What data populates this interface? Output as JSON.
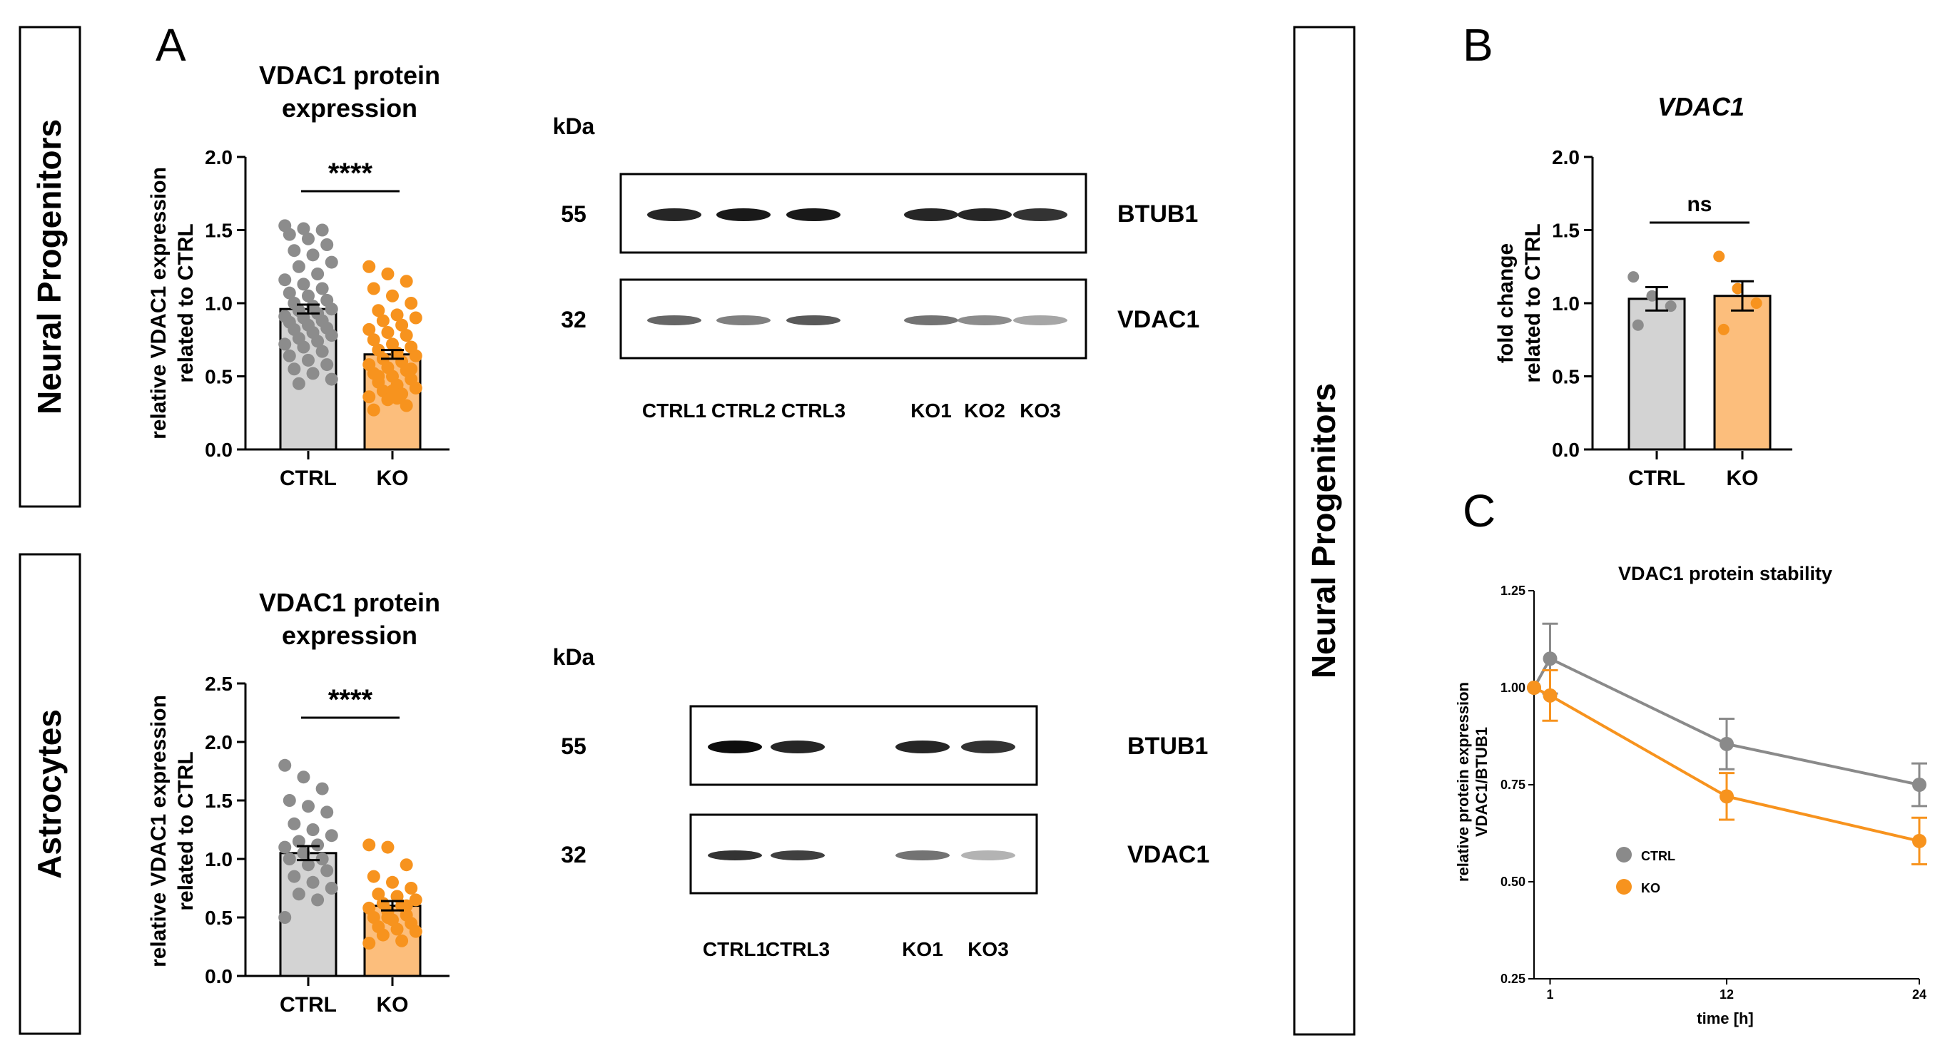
{
  "panel_labels": {
    "a": "A",
    "b": "B",
    "c": "C"
  },
  "side_labels": {
    "np_left": "Neural Progenitors",
    "astro": "Astrocytes",
    "np_right": "Neural Progenitors"
  },
  "colors": {
    "ctrl_bar": "#d3d3d3",
    "ctrl_dot": "#8c8c8c",
    "ko_bar": "#fcbe7c",
    "ko_dot": "#f7931e",
    "ctrl_line": "#8a8a8a",
    "ko_line": "#f7931e"
  },
  "blots": [
    {
      "kda_label": "kDa",
      "proteins": [
        {
          "mw": "55",
          "name": "BTUB1",
          "bands": [
            0.85,
            0.9,
            0.9,
            0.85,
            0.85,
            0.8
          ]
        },
        {
          "mw": "32",
          "name": "VDAC1",
          "bands": [
            0.6,
            0.5,
            0.65,
            0.55,
            0.45,
            0.35
          ]
        }
      ],
      "lanes": [
        "CTRL1",
        "CTRL2",
        "CTRL3",
        "KO1",
        "KO2",
        "KO3"
      ]
    },
    {
      "kda_label": "kDa",
      "proteins": [
        {
          "mw": "55",
          "name": "BTUB1",
          "bands": [
            0.95,
            0.85,
            0.85,
            0.8
          ]
        },
        {
          "mw": "32",
          "name": "VDAC1",
          "bands": [
            0.8,
            0.75,
            0.55,
            0.3
          ]
        }
      ],
      "lanes": [
        "CTRL1",
        "CTRL3",
        "KO1",
        "KO3"
      ]
    }
  ],
  "chart_data": [
    {
      "id": "np_expression",
      "type": "bar",
      "title_lines": [
        "VDAC1 protein",
        "expression"
      ],
      "ylabel_lines": [
        "relative VDAC1 expression",
        "related to CTRL"
      ],
      "categories": [
        "CTRL",
        "KO"
      ],
      "values": [
        0.96,
        0.65
      ],
      "sem": [
        0.03,
        0.03
      ],
      "ylim": [
        0,
        2.0
      ],
      "yticks": [
        "0.0",
        "0.5",
        "1.0",
        "1.5",
        "2.0"
      ],
      "significance": "****",
      "points": [
        [
          1.53,
          1.51,
          1.5,
          1.47,
          1.44,
          1.4,
          1.36,
          1.33,
          1.28,
          1.25,
          1.2,
          1.16,
          1.13,
          1.1,
          1.07,
          1.05,
          1.02,
          1.0,
          0.98,
          0.96,
          0.95,
          0.93,
          0.91,
          0.9,
          0.88,
          0.87,
          0.85,
          0.83,
          0.82,
          0.8,
          0.78,
          0.76,
          0.74,
          0.72,
          0.7,
          0.67,
          0.64,
          0.61,
          0.58,
          0.55,
          0.52,
          0.48,
          0.45
        ],
        [
          1.25,
          1.2,
          1.15,
          1.1,
          1.05,
          1.0,
          0.95,
          0.92,
          0.9,
          0.88,
          0.85,
          0.82,
          0.8,
          0.78,
          0.75,
          0.72,
          0.7,
          0.68,
          0.66,
          0.64,
          0.62,
          0.6,
          0.58,
          0.56,
          0.54,
          0.52,
          0.5,
          0.48,
          0.46,
          0.44,
          0.42,
          0.4,
          0.38,
          0.36,
          0.34,
          0.3,
          0.27,
          0.4,
          0.55,
          0.5,
          0.35
        ]
      ]
    },
    {
      "id": "astro_expression",
      "type": "bar",
      "title_lines": [
        "VDAC1 protein",
        "expression"
      ],
      "ylabel_lines": [
        "relative VDAC1 expression",
        "related to CTRL"
      ],
      "categories": [
        "CTRL",
        "KO"
      ],
      "values": [
        1.05,
        0.6
      ],
      "sem": [
        0.06,
        0.04
      ],
      "ylim": [
        0,
        2.5
      ],
      "yticks": [
        "0.0",
        "0.5",
        "1.0",
        "1.5",
        "2.0",
        "2.5"
      ],
      "significance": "****",
      "points": [
        [
          1.8,
          1.7,
          1.6,
          1.5,
          1.45,
          1.4,
          1.3,
          1.25,
          1.2,
          1.15,
          1.12,
          1.1,
          1.05,
          1.0,
          1.0,
          0.95,
          0.9,
          0.85,
          0.8,
          0.75,
          0.7,
          0.65,
          0.5
        ],
        [
          1.12,
          1.1,
          0.95,
          0.85,
          0.8,
          0.75,
          0.7,
          0.68,
          0.65,
          0.62,
          0.6,
          0.58,
          0.55,
          0.52,
          0.5,
          0.48,
          0.45,
          0.42,
          0.4,
          0.38,
          0.35,
          0.3,
          0.28,
          0.5,
          0.6
        ]
      ]
    },
    {
      "id": "np_mrna",
      "type": "bar",
      "title_lines": [
        "VDAC1"
      ],
      "ylabel_lines": [
        "fold change",
        "related to CTRL"
      ],
      "categories": [
        "CTRL",
        "KO"
      ],
      "values": [
        1.03,
        1.05
      ],
      "sem": [
        0.08,
        0.1
      ],
      "ylim": [
        0,
        2.0
      ],
      "yticks": [
        "0.0",
        "0.5",
        "1.0",
        "1.5",
        "2.0"
      ],
      "significance": "ns",
      "points": [
        [
          1.18,
          1.05,
          0.98,
          0.85
        ],
        [
          1.32,
          1.1,
          1.0,
          0.82
        ]
      ]
    },
    {
      "id": "np_stability",
      "type": "line",
      "title": "VDAC1 protein stability",
      "xlabel": "time [h]",
      "ylabel_lines": [
        "relative protein expression",
        "VDAC1/BTUB1"
      ],
      "xlim": [
        0,
        24
      ],
      "ylim": [
        0.25,
        1.25
      ],
      "xticks": [
        1,
        12,
        24
      ],
      "yticks": [
        "0.25",
        "0.50",
        "0.75",
        "1.00",
        "1.25"
      ],
      "series": [
        {
          "name": "CTRL",
          "x": [
            0,
            1,
            12,
            24
          ],
          "y": [
            1.0,
            1.075,
            0.855,
            0.75
          ],
          "err": [
            0,
            0.09,
            0.065,
            0.055
          ]
        },
        {
          "name": "KO",
          "x": [
            0,
            1,
            12,
            24
          ],
          "y": [
            1.0,
            0.98,
            0.72,
            0.605
          ],
          "err": [
            0,
            0.065,
            0.06,
            0.06
          ]
        }
      ]
    }
  ]
}
